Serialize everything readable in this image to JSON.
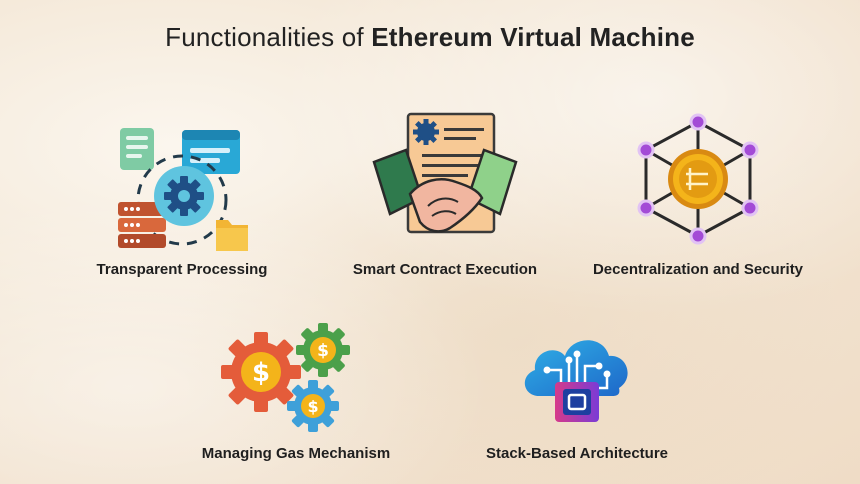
{
  "header": {
    "title_prefix": "Functionalities of ",
    "title_bold": "Ethereum Virtual Machine"
  },
  "items": [
    {
      "label": "Transparent Processing",
      "icon": "server-gear-documents-icon"
    },
    {
      "label": "Smart Contract Execution",
      "icon": "handshake-contract-icon"
    },
    {
      "label": "Decentralization and Security",
      "icon": "network-coin-icon"
    },
    {
      "label": "Managing Gas Mechanism",
      "icon": "dollar-gears-icon"
    },
    {
      "label": "Stack-Based Architecture",
      "icon": "cloud-chip-icon"
    }
  ]
}
